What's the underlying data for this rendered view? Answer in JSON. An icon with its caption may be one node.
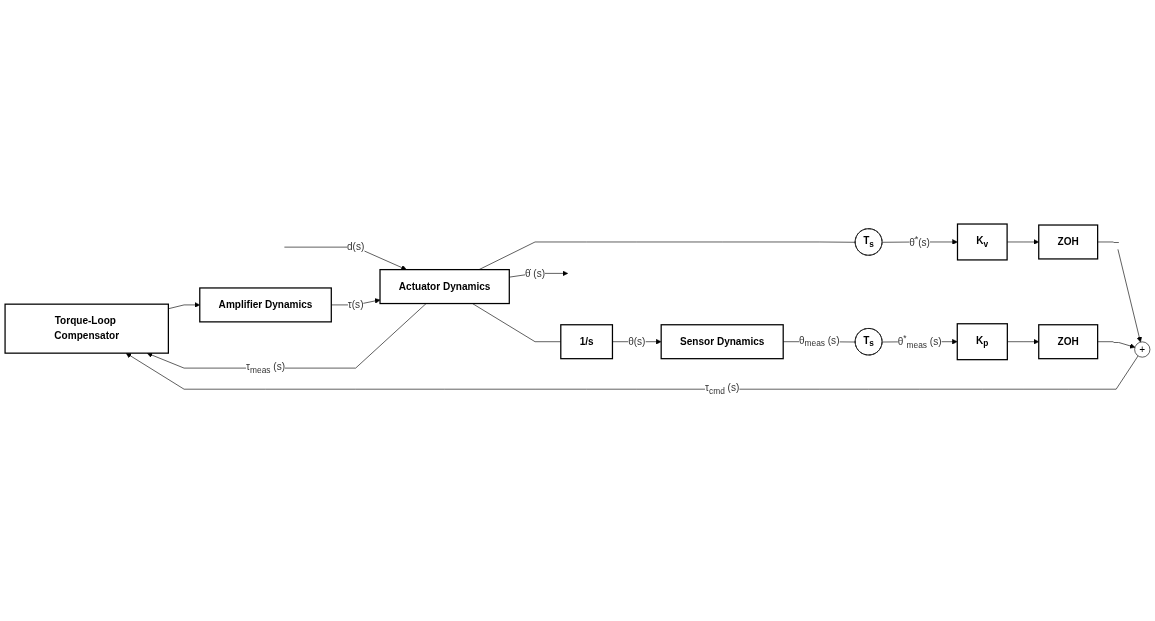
{
  "diagram": {
    "nodes": [
      {
        "text": [
          "Torque-Loop Compensator"
        ]
      },
      {
        "text": [
          "Amplifier Dynamics"
        ]
      },
      {
        "text": [
          "Actuator Dynamics"
        ]
      },
      {
        "text": [
          "1/s"
        ]
      },
      {
        "text": [
          "Sensor Dynamics"
        ]
      },
      {
        "text": [
          "T$_{s}$"
        ]
      },
      {
        "text": [
          "T$_{s}$"
        ]
      },
      {
        "text": [
          "K$_{v}$"
        ]
      },
      {
        "text": [
          "K$_{p}$"
        ]
      },
      {
        "text": [
          "ZOH"
        ]
      },
      {
        "text": [
          "ZOH"
        ]
      },
      {
        "text": [
          "+"
        ]
      }
    ],
    "edges": [
      {
        "from": null,
        "to": 2,
        "arrow": "to",
        "label": "d(s)"
      },
      {
        "from": 0,
        "to": 1,
        "arrow": "to"
      },
      {
        "from": 1,
        "to": 2,
        "arrow": "to",
        "label": "τ(s)"
      },
      {
        "from": 2,
        "to": 0,
        "arrow": "to",
        "label": "τ$_{meas}$ (s)"
      },
      {
        "from": 2,
        "to": null,
        "arrow": "to",
        "label": "θ̇ (s)"
      },
      {
        "from": 2,
        "to": 3,
        "arrow": "none"
      },
      {
        "from": 2,
        "to": 5,
        "arrow": "none"
      },
      {
        "from": 3,
        "to": 4,
        "arrow": "to",
        "label": "θ(s)"
      },
      {
        "from": 4,
        "to": 6,
        "arrow": "none",
        "label": "θ$_{meas}$ (s)"
      },
      {
        "from": 5,
        "to": 7,
        "arrow": "to",
        "label": "θ̇$^{*}$(s)"
      },
      {
        "from": 6,
        "to": 8,
        "arrow": "to",
        "label": "θ$^{*}$$_{meas}$ (s)"
      },
      {
        "from": 7,
        "to": 9,
        "arrow": "to"
      },
      {
        "from": 8,
        "to": 10,
        "arrow": "to"
      },
      {
        "from": 9,
        "to": 11,
        "arrow": "to",
        "label": "–"
      },
      {
        "from": 10,
        "to": 11,
        "arrow": "to",
        "label": "–"
      },
      {
        "from": 11,
        "to": 0,
        "arrow": "to",
        "label": "τ$_{cmd}$ (s)"
      }
    ]
  }
}
